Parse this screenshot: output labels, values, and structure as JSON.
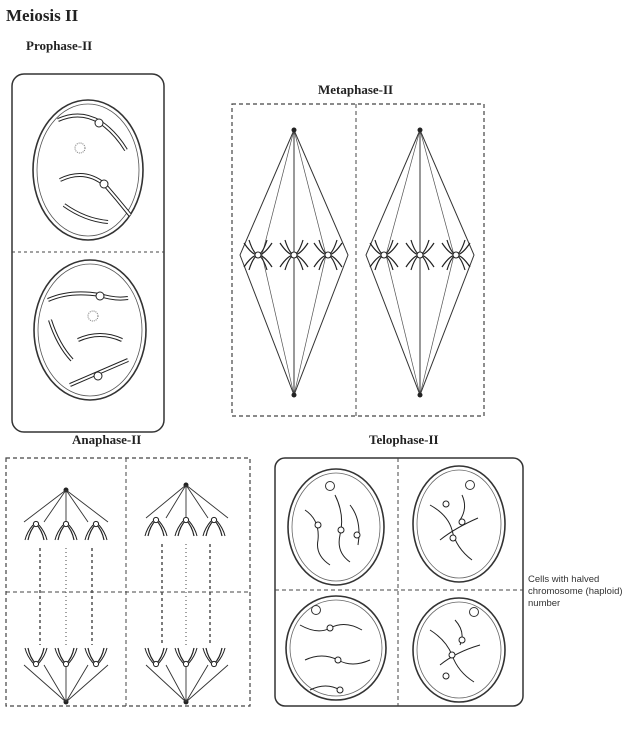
{
  "title": "Meiosis II",
  "phases": {
    "prophase": "Prophase-II",
    "metaphase": "Metaphase-II",
    "anaphase": "Anaphase-II",
    "telophase": "Telophase-II"
  },
  "note": "Cells with halved chromosome (haploid) number"
}
